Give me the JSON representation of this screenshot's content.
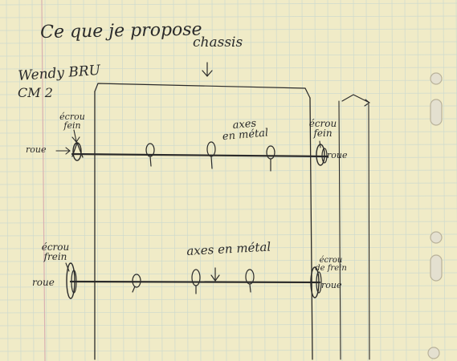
{
  "sheet": {
    "paper_color": "#efeac6",
    "grid_color": "#c8d7cf",
    "margin_line_color": "#d9b1b1",
    "ink_color": "#2a2a2a"
  },
  "handwriting": {
    "title": "Ce que je propose",
    "chassis": "chassis",
    "author": "Wendy BRU",
    "class": "CM 2",
    "top_left_ecrou": [
      "écrou",
      "fein"
    ],
    "top_left_roue": "roue",
    "top_axle_label": [
      "axes",
      "en métal"
    ],
    "top_right_ecrou": [
      "écrou",
      "fein"
    ],
    "top_right_roue": "roue",
    "bottom_left_ecrou": [
      "écrou",
      "frein"
    ],
    "bottom_left_roue": "roue",
    "bottom_axle_label": "axes en métal",
    "bottom_right_ecrou": [
      "écrou",
      "de frein"
    ],
    "bottom_right_roue": "roue"
  }
}
